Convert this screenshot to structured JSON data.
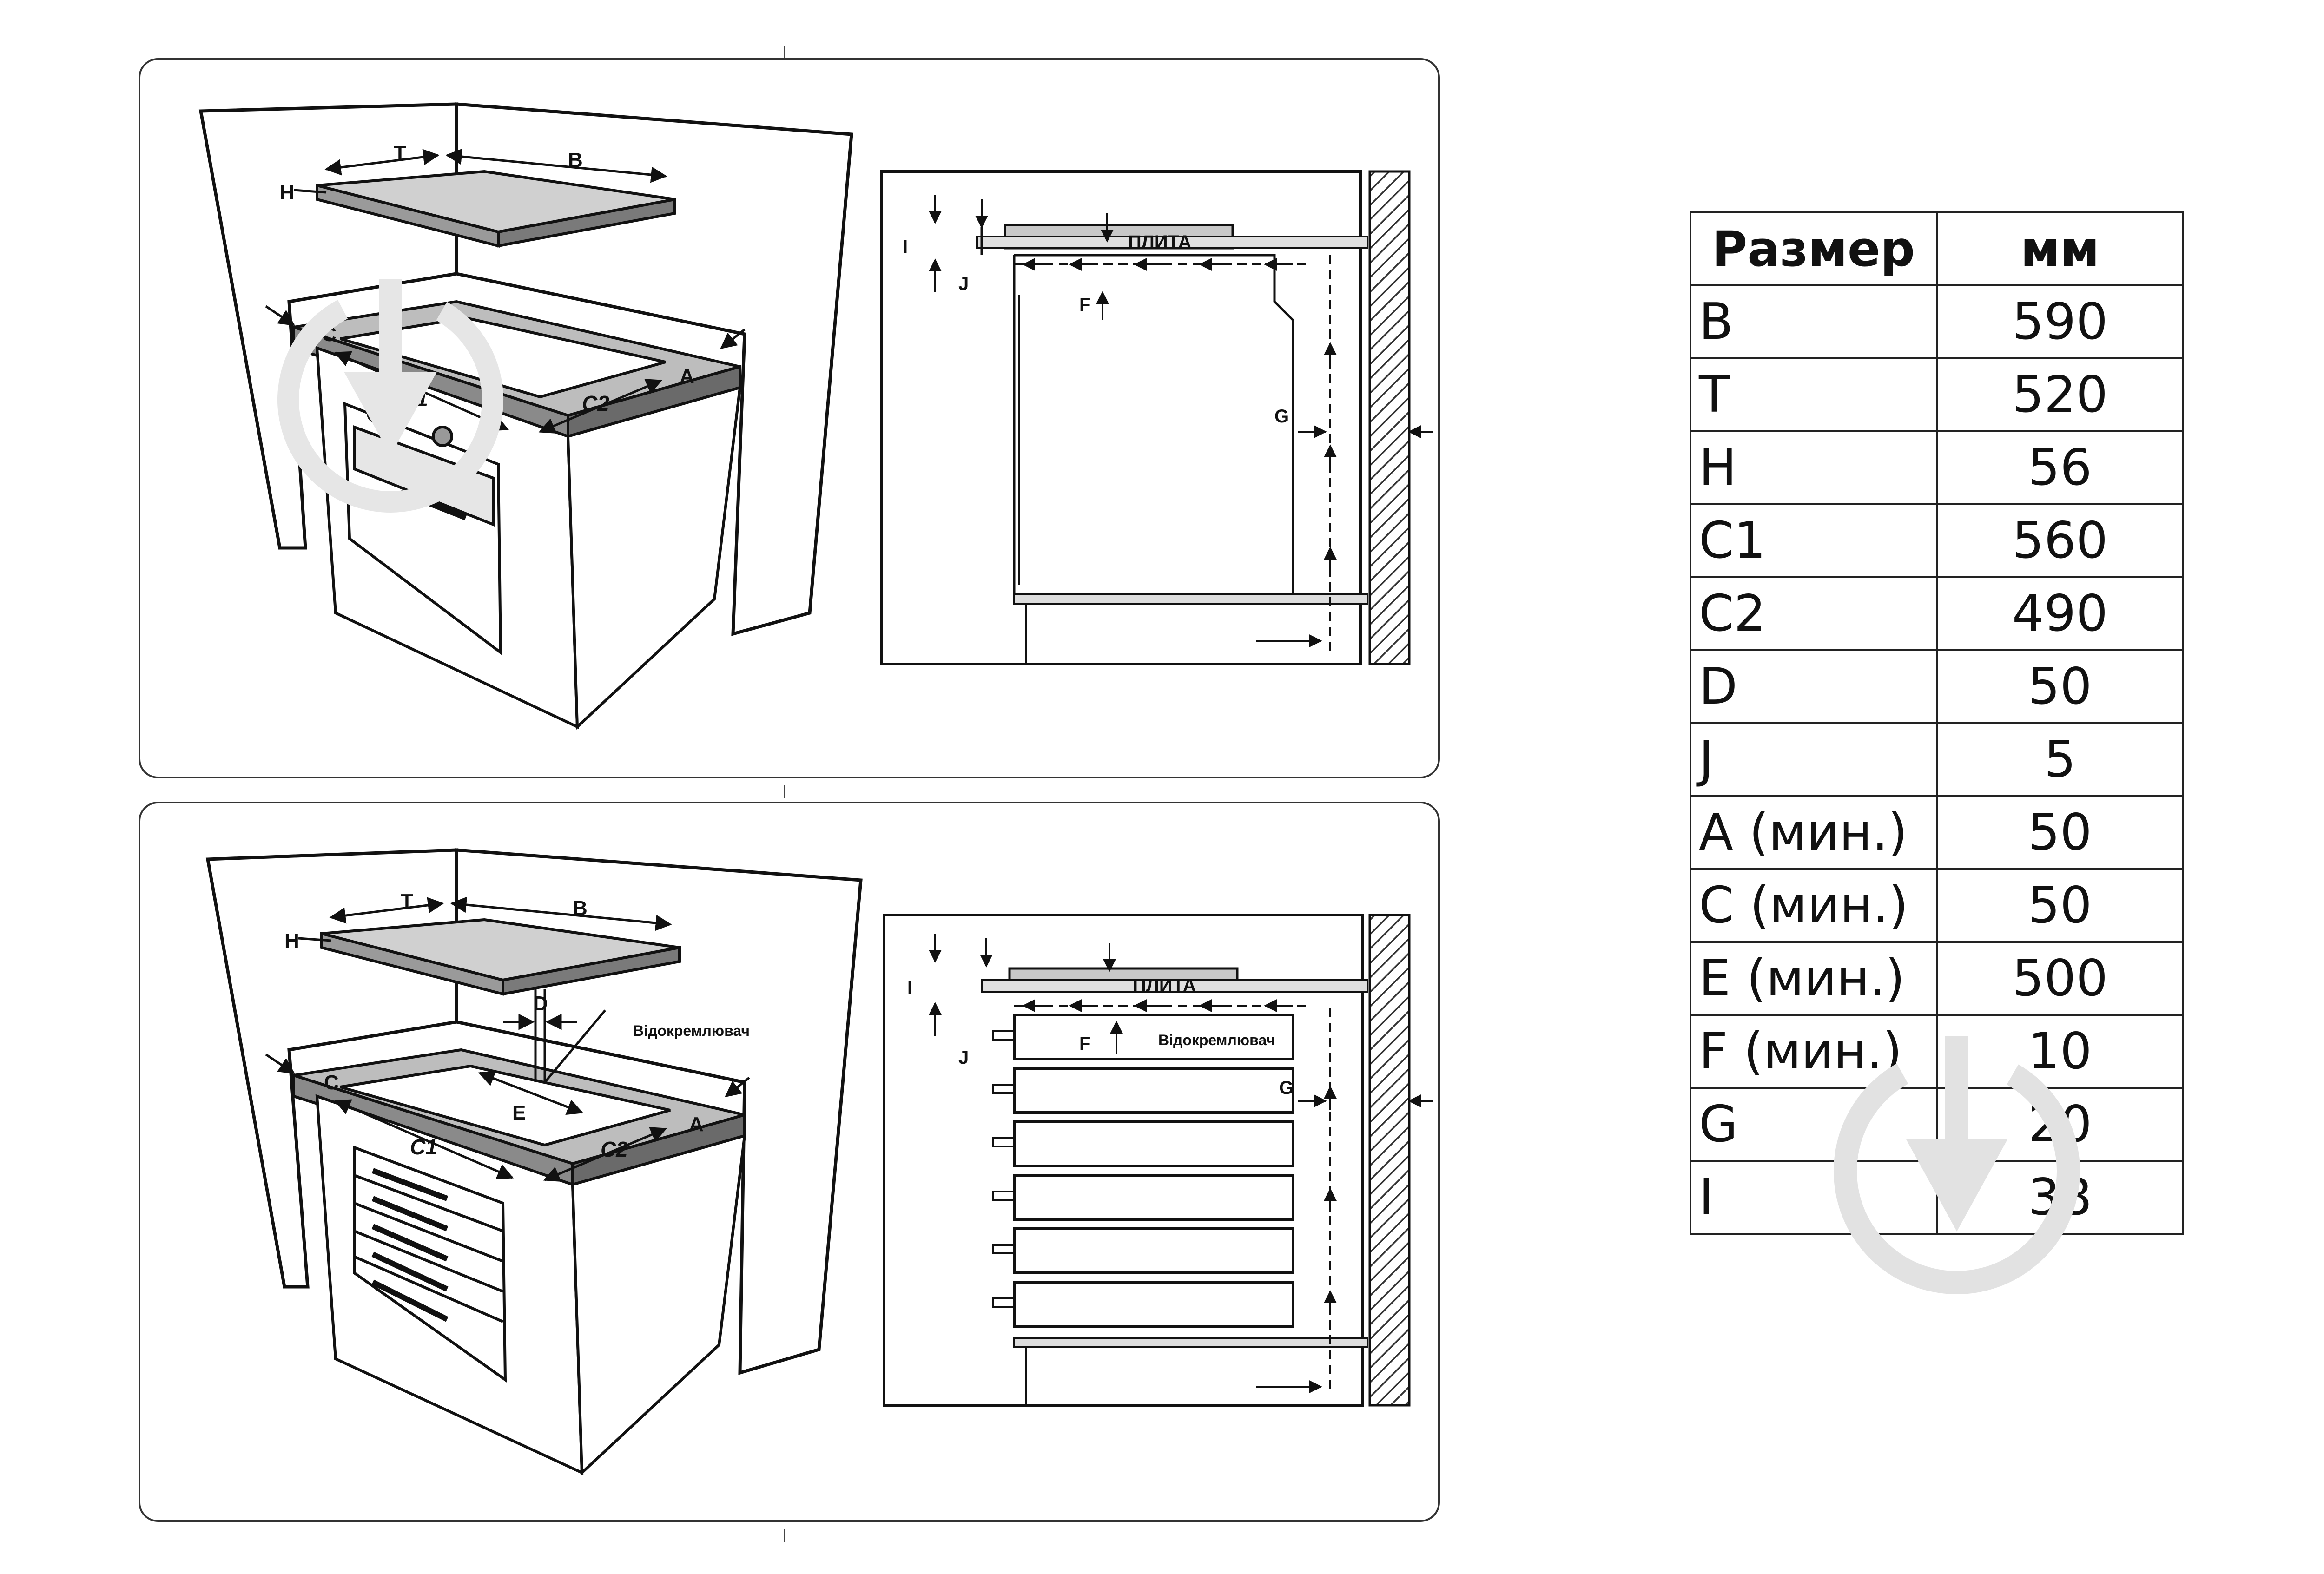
{
  "labels": {
    "T": "T",
    "B": "B",
    "H": "H",
    "C": "C",
    "A": "A",
    "C1": "C1",
    "C2": "C2",
    "D": "D",
    "E": "E",
    "F": "F",
    "G": "G",
    "I": "I",
    "J": "J",
    "plita": "ПЛИТА",
    "separator": "Відокремлювач"
  },
  "table": {
    "header": [
      "Размер",
      "мм"
    ],
    "rows": [
      [
        "B",
        "590"
      ],
      [
        "T",
        "520"
      ],
      [
        "H",
        "56"
      ],
      [
        "C1",
        "560"
      ],
      [
        "C2",
        "490"
      ],
      [
        "D",
        "50"
      ],
      [
        "J",
        "5"
      ],
      [
        "A (мин.)",
        "50"
      ],
      [
        "C (мин.)",
        "50"
      ],
      [
        "E (мин.)",
        "500"
      ],
      [
        "F (мин.)",
        "10"
      ],
      [
        "G",
        "20"
      ],
      [
        "I",
        "38"
      ]
    ]
  },
  "colors": {
    "counter": "#bdbdbd",
    "hob": "#d0d0d0",
    "line": "#111111",
    "watermark": "#e2e2e2"
  }
}
